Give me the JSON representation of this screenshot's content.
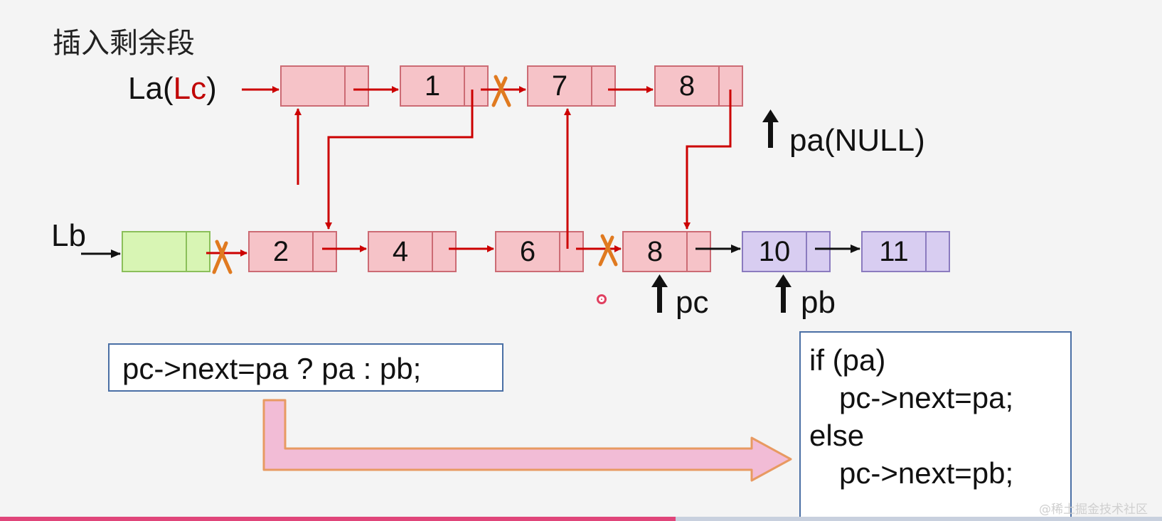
{
  "title": "插入剩余段",
  "labels": {
    "la_prefix": "La(",
    "la_lc": "Lc",
    "la_suffix": ")",
    "lb": "Lb",
    "pa_null": "pa(NULL)",
    "pc": "pc",
    "pb": "pb"
  },
  "la_nodes": [
    "",
    "1",
    "7",
    "8"
  ],
  "lb_nodes": [
    "",
    "2",
    "4",
    "6",
    "8",
    "10",
    "11"
  ],
  "code_ternary": "pc->next=pa ? pa : pb;",
  "code_ifelse": [
    "if (pa)",
    "pc->next=pa;",
    "else",
    "pc->next=pb;"
  ],
  "watermark": "@稀土掘金技术社区",
  "colors": {
    "node_red_fill": "#f6c3c8",
    "node_red_stroke": "#cc6b74",
    "node_green_fill": "#d8f5b4",
    "node_green_stroke": "#8bbf5a",
    "node_purple_fill": "#d8cdf1",
    "node_purple_stroke": "#8b7bbf",
    "arrow_red": "#cc0000",
    "arrow_black": "#111111",
    "cross_orange": "#e07a20",
    "code_border": "#4a6fa5",
    "big_arrow_fill": "#f2bcd6",
    "big_arrow_stroke": "#e89a62"
  }
}
